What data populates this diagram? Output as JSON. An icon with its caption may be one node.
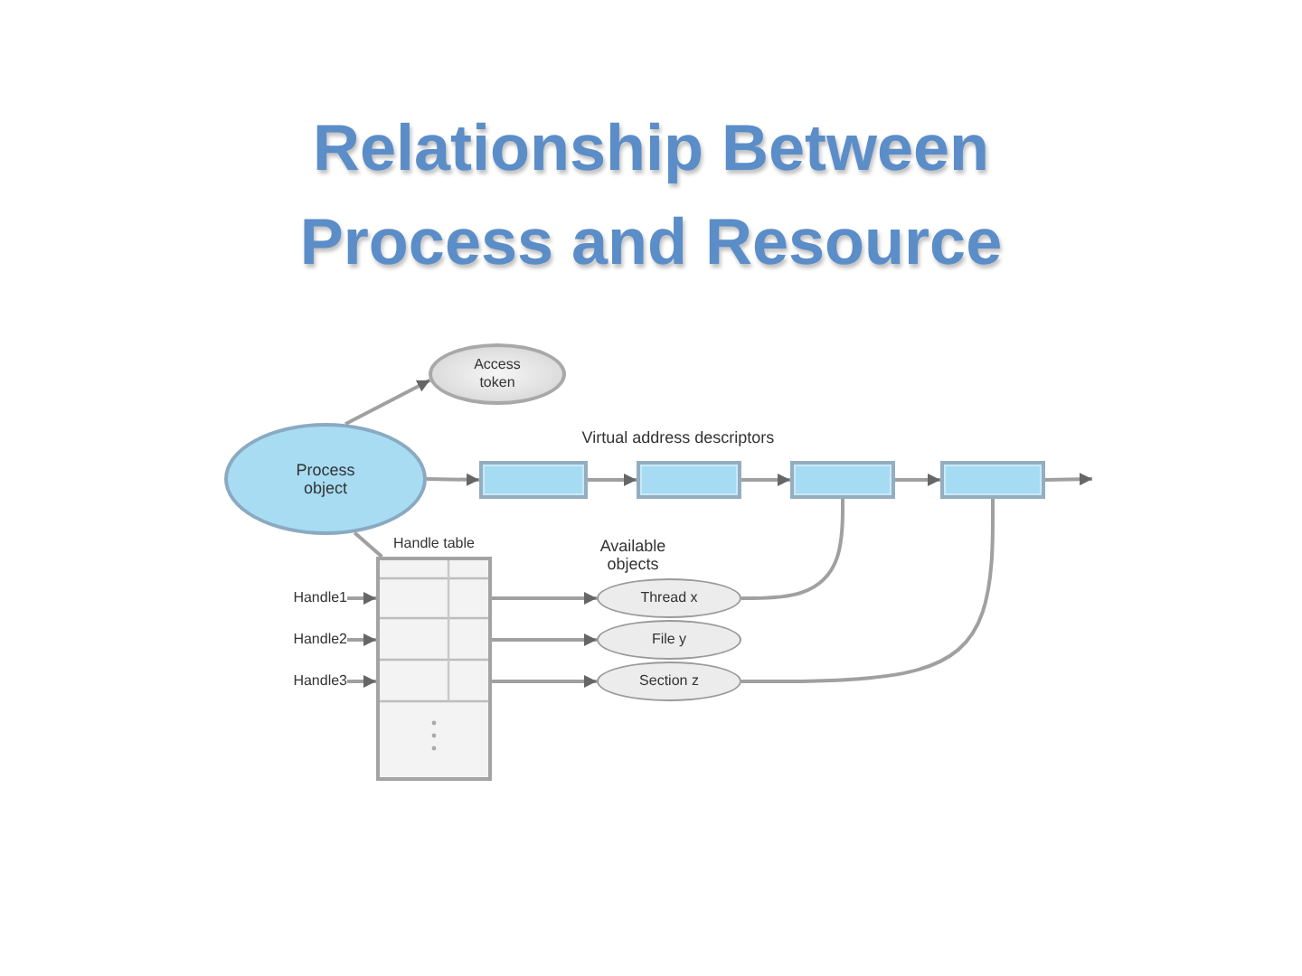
{
  "diagram": {
    "title": "Relationship Between Process and Resource",
    "nodes": [
      {
        "text": [
          "Access token"
        ]
      },
      {
        "text": [
          "Process object"
        ]
      },
      {
        "text": [],
        "shape": "box"
      },
      {
        "text": [],
        "shape": "box"
      },
      {
        "text": [],
        "shape": "box"
      },
      {
        "text": [],
        "shape": "box"
      },
      {
        "text": [
          "Handle table"
        ]
      },
      {
        "text": [
          "Handle1"
        ]
      },
      {
        "text": [
          "Handle2"
        ]
      },
      {
        "text": [
          "Handle3"
        ]
      },
      {
        "text": [
          "Thread x"
        ]
      },
      {
        "text": [
          "File y"
        ]
      },
      {
        "text": [
          "Section z"
        ]
      }
    ],
    "edges": [
      {
        "from": 1,
        "to": 0,
        "arrow": "to"
      },
      {
        "from": 1,
        "to": 2,
        "arrow": "to"
      },
      {
        "from": 2,
        "to": 3,
        "arrow": "to"
      },
      {
        "from": 3,
        "to": 4,
        "arrow": "to"
      },
      {
        "from": 4,
        "to": 5,
        "arrow": "to"
      },
      {
        "from": 5,
        "to": null,
        "arrow": "to"
      },
      {
        "from": 1,
        "to": 6,
        "arrow": "none"
      },
      {
        "from": 7,
        "to": 6,
        "arrow": "to"
      },
      {
        "from": 8,
        "to": 6,
        "arrow": "to"
      },
      {
        "from": 9,
        "to": 6,
        "arrow": "to"
      },
      {
        "from": 6,
        "to": 10,
        "arrow": "to"
      },
      {
        "from": 6,
        "to": 11,
        "arrow": "to"
      },
      {
        "from": 6,
        "to": 12,
        "arrow": "to"
      },
      {
        "from": 4,
        "to": 10,
        "arrow": "none"
      },
      {
        "from": 5,
        "to": 12,
        "arrow": "none"
      }
    ],
    "labels": [
      "Virtual address descriptors",
      "Available objects"
    ]
  }
}
